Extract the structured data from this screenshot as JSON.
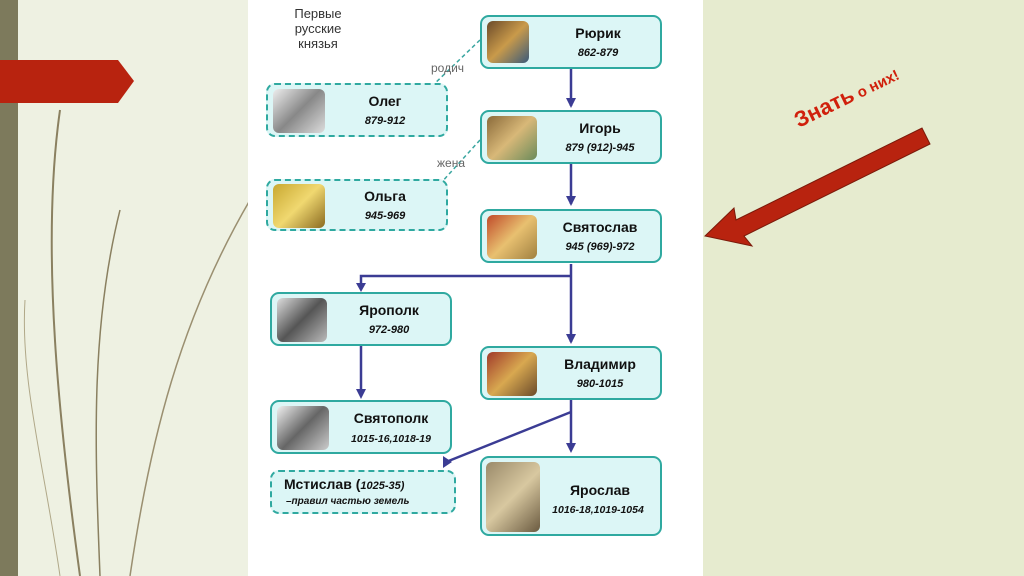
{
  "diagram": {
    "title_lines": [
      "Первые",
      "русские",
      "князья"
    ],
    "relation_labels": {
      "rodich": "родич",
      "zhena": "жена"
    },
    "princes": {
      "rurik": {
        "name": "Рюрик",
        "years": "862-879"
      },
      "oleg": {
        "name": "Олег",
        "years": "879-912"
      },
      "igor": {
        "name": "Игорь",
        "years": "879 (912)-945"
      },
      "olga": {
        "name": "Ольга",
        "years": "945-969"
      },
      "svyatoslav": {
        "name": "Святослав",
        "years": "945 (969)-972"
      },
      "yaropolk": {
        "name": "Ярополк",
        "years": "972-980"
      },
      "vladimir": {
        "name": "Владимир",
        "years": "980-1015"
      },
      "svyatopolk": {
        "name": "Святополк",
        "years": "1015-16,1018-19"
      },
      "mstislav": {
        "name": "Мстислав (",
        "years_inline": "1025-35)",
        "note": "–правил частью земель"
      },
      "yaroslav": {
        "name": "Ярослав",
        "years": "1016-18,1019-1054"
      }
    }
  },
  "callout": {
    "text_big": "Знать",
    "text_small": "о них!"
  },
  "colors": {
    "box_fill": "#dcf6f6",
    "box_border": "#2fa9a0",
    "line": "#3b3c94",
    "accent_red": "#b8230f"
  }
}
